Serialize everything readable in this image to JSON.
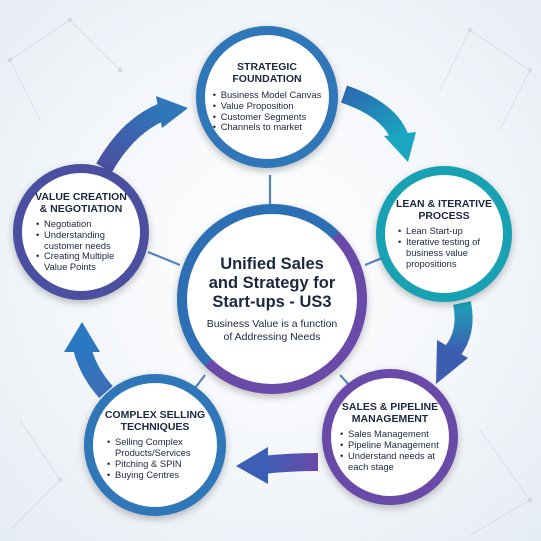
{
  "center": {
    "title_lines": [
      "Unified Sales",
      "and Strategy for",
      "Start-ups - US3"
    ],
    "subtitle_lines": [
      "Business Value is a function",
      "of Addressing Needs"
    ]
  },
  "nodes": {
    "top": {
      "title_lines": [
        "STRATEGIC",
        "FOUNDATION"
      ],
      "items": [
        "Business Model Canvas",
        "Value Proposition",
        "Customer Segments",
        "Channels to market"
      ]
    },
    "right": {
      "title_lines": [
        "LEAN & ITERATIVE",
        "PROCESS"
      ],
      "items": [
        "Lean Start-up",
        "Iterative testing of business value propositions"
      ]
    },
    "bottom_right": {
      "title_lines": [
        "SALES & PIPELINE",
        "MANAGEMENT"
      ],
      "items": [
        "Sales Management",
        "Pipeline Management",
        "Understand needs at each stage"
      ]
    },
    "bottom_left": {
      "title_lines": [
        "COMPLEX SELLING",
        "TECHNIQUES"
      ],
      "items": [
        "Selling Complex Products/Services",
        "Pitching & SPIN",
        "Buying Centres"
      ]
    },
    "left": {
      "title_lines": [
        "VALUE CREATION",
        "& NEGOTIATION"
      ],
      "items": [
        "Negotiation",
        "Understanding customer needs",
        "Creating Multiple Value Points"
      ]
    }
  },
  "colors": {
    "blue": "#2f77b8",
    "teal": "#18a1b3",
    "purple": "#6a4aa8",
    "indigo": "#4a4fa0",
    "text": "#1c2740"
  },
  "icons": [
    "cycle-arrow-icon"
  ]
}
